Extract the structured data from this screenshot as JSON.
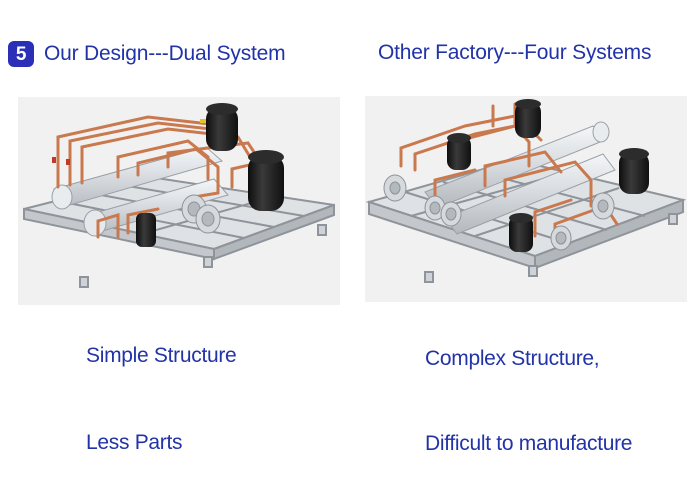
{
  "left_panel": {
    "badge_number": "5",
    "heading": "Our Design---Dual System",
    "features": [
      "Simple Structure",
      "Less Parts"
    ]
  },
  "right_panel": {
    "heading": "Other Factory---Four Systems",
    "features": [
      "Complex Structure,",
      "Difficult to manufacture"
    ]
  },
  "colors": {
    "heading_text": "#2233a8",
    "badge_background": "#2b2fb8",
    "copper_pipe": "#c9794d",
    "compressor": "#1c1c1c",
    "frame": "#9aa0a6"
  },
  "images": {
    "left_render": "dual-system-unit-render",
    "right_render": "four-system-unit-render"
  }
}
